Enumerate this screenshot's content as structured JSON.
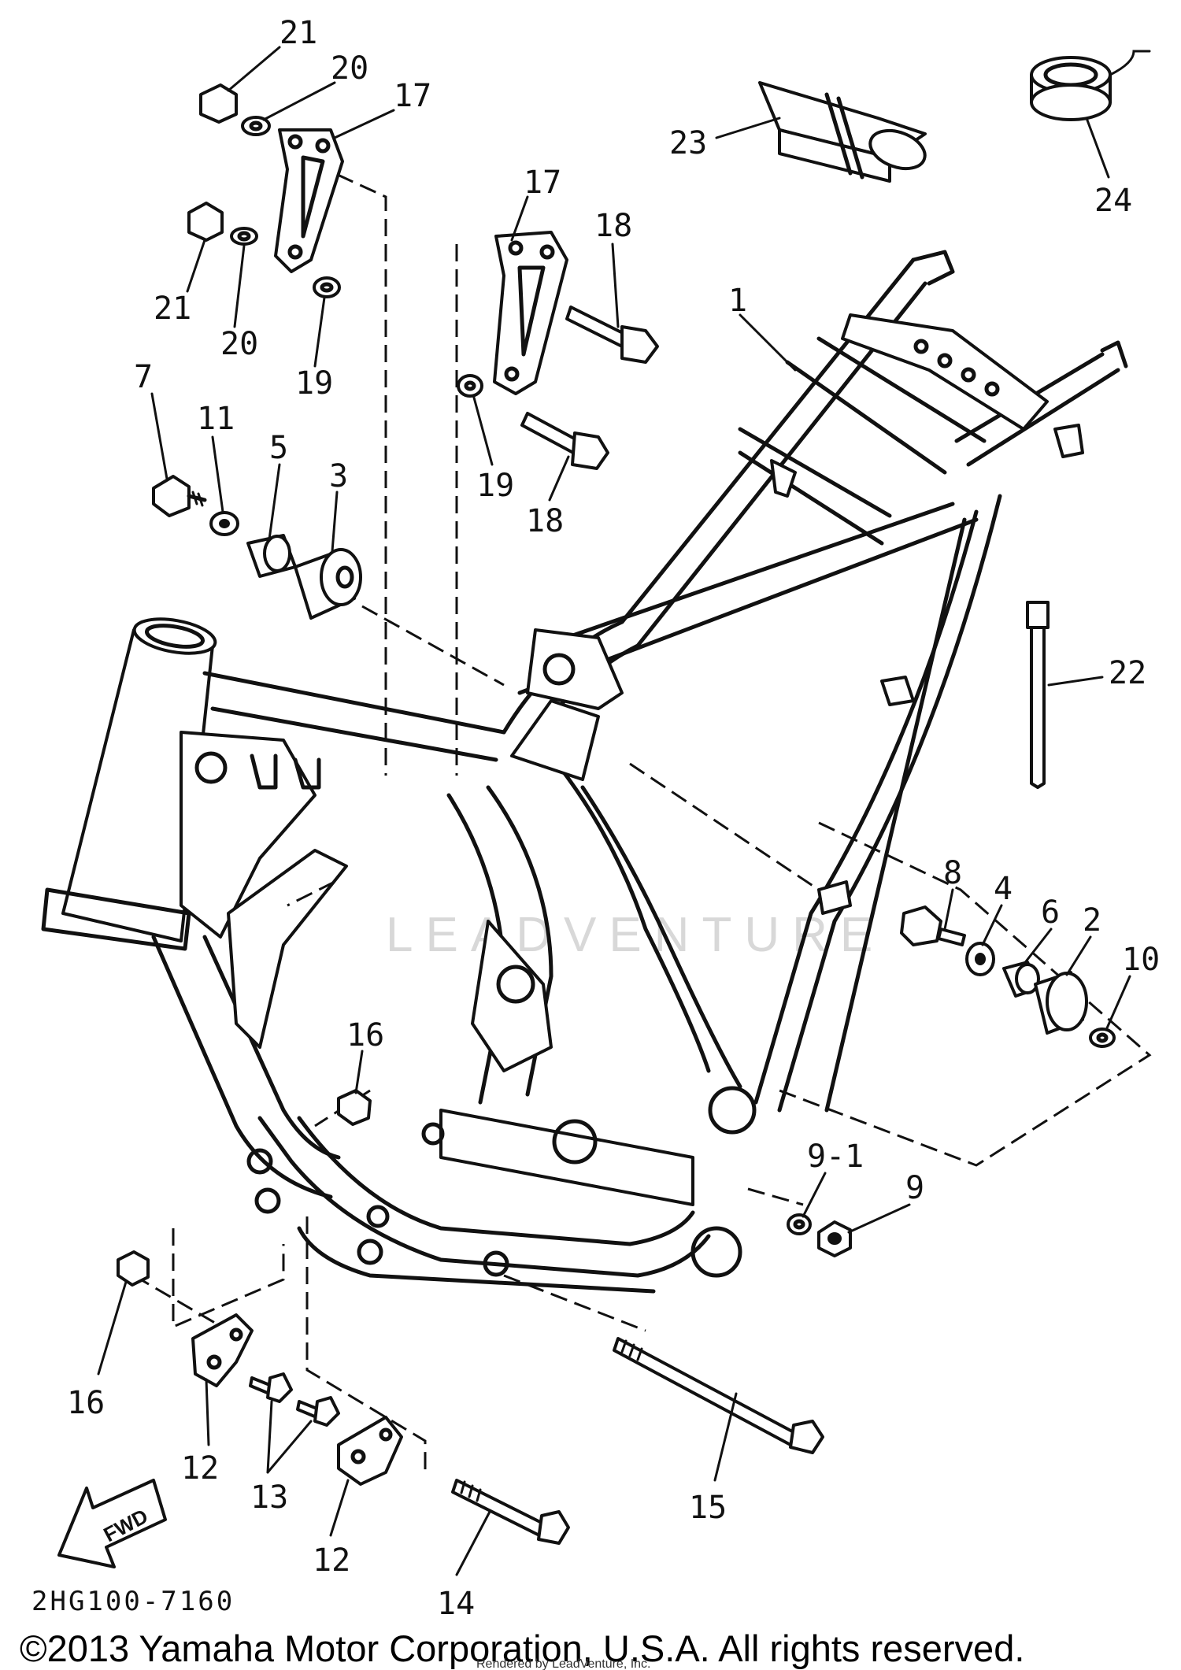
{
  "diagram_code": "2HG100-7160",
  "direction_label": "FWD",
  "watermark": "LEADVENTURE",
  "copyright": "©2013 Yamaha Motor Corporation, U.S.A. All rights reserved.",
  "credit": "Rendered by LeadVenture, Inc.",
  "callouts": [
    {
      "id": "c21a",
      "label": "21"
    },
    {
      "id": "c20a",
      "label": "20"
    },
    {
      "id": "c17a",
      "label": "17"
    },
    {
      "id": "c21b",
      "label": "21"
    },
    {
      "id": "c20b",
      "label": "20"
    },
    {
      "id": "c19a",
      "label": "19"
    },
    {
      "id": "c23",
      "label": "23"
    },
    {
      "id": "c24",
      "label": "24"
    },
    {
      "id": "c17b",
      "label": "17"
    },
    {
      "id": "c18a",
      "label": "18"
    },
    {
      "id": "c1",
      "label": "1"
    },
    {
      "id": "c19b",
      "label": "19"
    },
    {
      "id": "c18b",
      "label": "18"
    },
    {
      "id": "c7",
      "label": "7"
    },
    {
      "id": "c11",
      "label": "11"
    },
    {
      "id": "c5",
      "label": "5"
    },
    {
      "id": "c3",
      "label": "3"
    },
    {
      "id": "c22",
      "label": "22"
    },
    {
      "id": "c8",
      "label": "8"
    },
    {
      "id": "c4",
      "label": "4"
    },
    {
      "id": "c6",
      "label": "6"
    },
    {
      "id": "c2",
      "label": "2"
    },
    {
      "id": "c10",
      "label": "10"
    },
    {
      "id": "c16a",
      "label": "16"
    },
    {
      "id": "c9-1",
      "label": "9-1"
    },
    {
      "id": "c9",
      "label": "9"
    },
    {
      "id": "c16b",
      "label": "16"
    },
    {
      "id": "c12a",
      "label": "12"
    },
    {
      "id": "c13",
      "label": "13"
    },
    {
      "id": "c12b",
      "label": "12"
    },
    {
      "id": "c15",
      "label": "15"
    },
    {
      "id": "c14",
      "label": "14"
    }
  ]
}
